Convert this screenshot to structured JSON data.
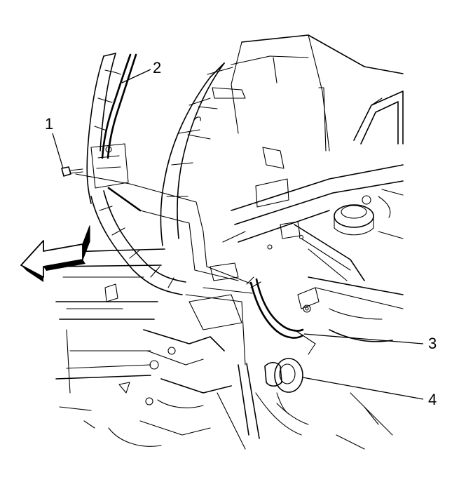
{
  "callouts": [
    {
      "id": "bolt",
      "label": "1"
    },
    {
      "id": "cable-upper",
      "label": "2"
    },
    {
      "id": "cable-lower",
      "label": "3"
    },
    {
      "id": "grommet",
      "label": "4"
    }
  ],
  "icons": {
    "direction_arrow": "front-direction-arrow-icon"
  }
}
